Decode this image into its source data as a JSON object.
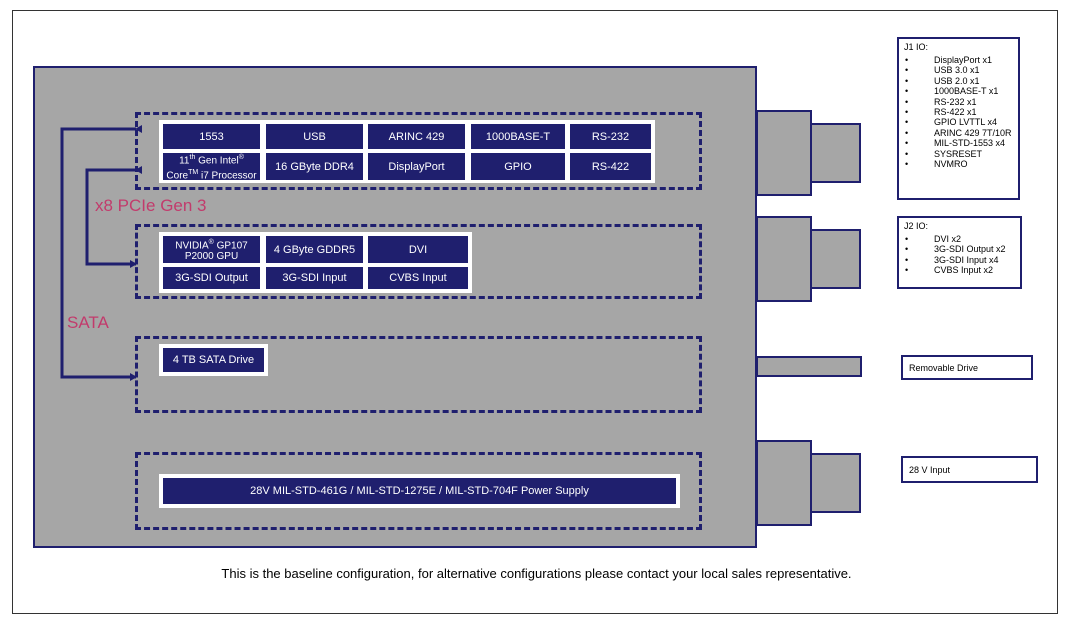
{
  "chassis": {
    "slot1": {
      "row1": [
        "1553",
        "USB",
        "ARINC 429",
        "1000BASE-T",
        "RS-232"
      ],
      "cpu_line1_pre": "11",
      "cpu_line1_sup": "th",
      "cpu_line1_post": " Gen Intel",
      "cpu_line1_mark": "®",
      "cpu_line2_pre": "Core",
      "cpu_line2_mark": "TM",
      "cpu_line2_post": " i7 Processor",
      "row2": [
        "16 GByte DDR4",
        "DisplayPort",
        "GPIO",
        "RS-422"
      ]
    },
    "slot2": {
      "gpu_line1_pre": "NVIDIA",
      "gpu_line1_mark": "®",
      "gpu_line1_post": " GP107",
      "gpu_line2": "P2000 GPU",
      "row1": [
        "4 GByte GDDR5",
        "DVI"
      ],
      "row2": [
        "3G-SDI Output",
        "3G-SDI Input",
        "CVBS Input"
      ]
    },
    "slot3": {
      "drive": "4 TB SATA Drive"
    },
    "slot4": {
      "power": "28V MIL-STD-461G / MIL-STD-1275E / MIL-STD-704F Power Supply"
    }
  },
  "buses": {
    "pcie": "x8 PCIe Gen 3",
    "sata": "SATA"
  },
  "j1": {
    "title": "J1 IO:",
    "items": [
      "DisplayPort x1",
      "USB 3.0 x1",
      "USB 2.0 x1",
      "1000BASE-T x1",
      "RS-232 x1",
      "RS-422 x1",
      "GPIO LVTTL x4",
      "ARINC 429 7T/10R",
      "MIL-STD-1553 x4",
      "SYSRESET",
      "NVMRO"
    ]
  },
  "j2": {
    "title": "J2 IO:",
    "items": [
      "DVI x2",
      "3G-SDI Output x2",
      "3G-SDI Input x4",
      "CVBS Input x2"
    ]
  },
  "removable": "Removable Drive",
  "power_input": "28 V Input",
  "bullet": "•",
  "footer": "This is the baseline configuration, for alternative configurations please contact your local sales representative."
}
